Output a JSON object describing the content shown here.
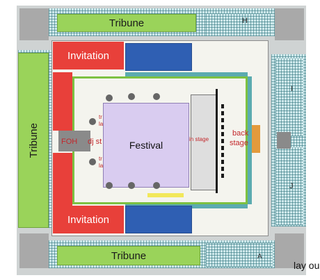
{
  "sections": {
    "tribune_top": "Tribune",
    "tribune_left": "Tribune",
    "tribune_bottom": "Tribune",
    "invitation_top": "Invitation",
    "invitation_bottom": "Invitation",
    "festival": "Festival",
    "foh": "FOH",
    "dj_stage": "dj st",
    "main_stage": "in stage",
    "back_stage_line1": "back",
    "back_stage_line2": "stage",
    "block_h": "H",
    "block_i": "I",
    "block_j": "J",
    "block_a": "A",
    "lay_out": "lay ou",
    "tr_top": "tr",
    "la_top": "la",
    "tr_bottom": "tr",
    "la_bottom": "la"
  },
  "colors": {
    "tribune": "#9ad35a",
    "invitation": "#e8403a",
    "blue_block": "#2f5fb3",
    "festival": "#d9ccf0",
    "seats": "#4aa3a8",
    "foh": "#c3272b"
  }
}
